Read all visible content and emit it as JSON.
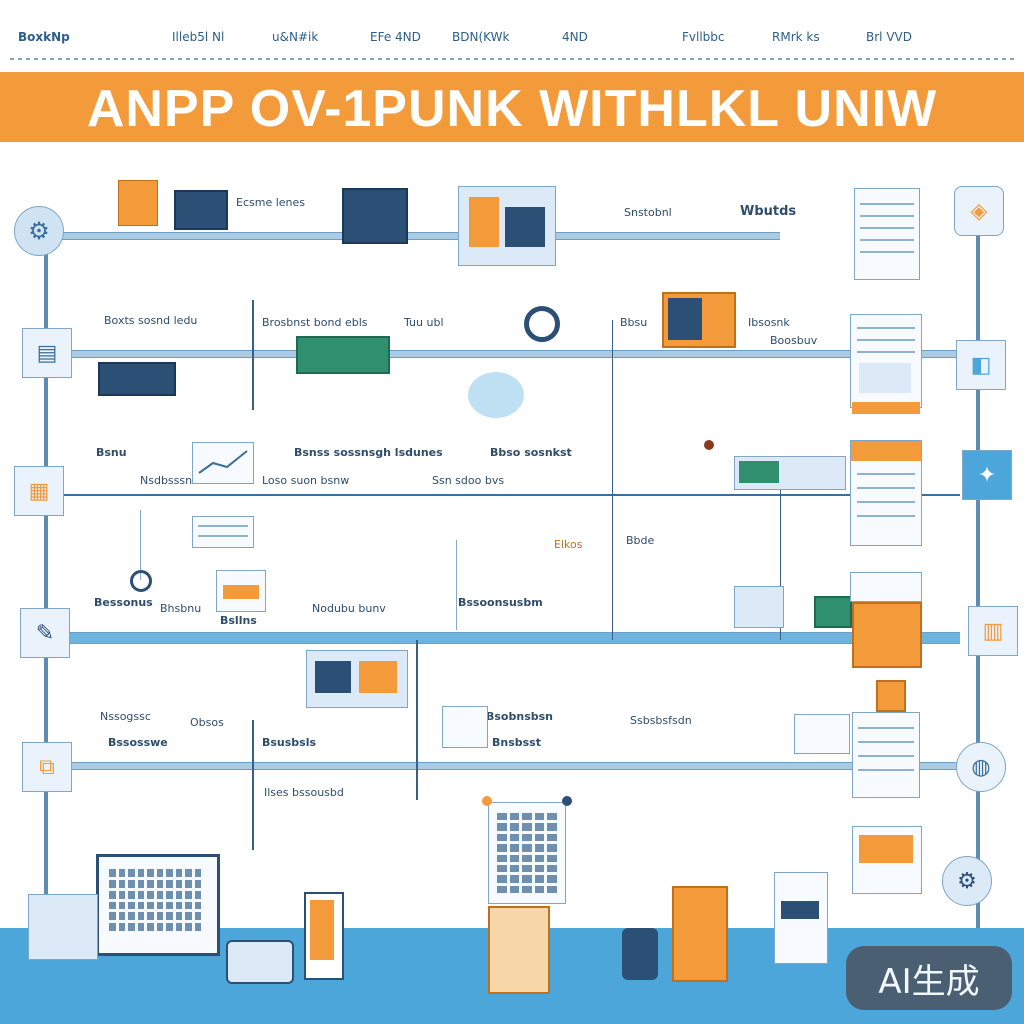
{
  "top_nav": {
    "brand": "BoxkNp",
    "items": [
      "Illeb5l Nl",
      "u&N#ik",
      "EFe 4ND",
      "BDN(KWk",
      "4ND",
      "Fvllbbc",
      "RMrk ks",
      "Brl VVD"
    ]
  },
  "banner": {
    "title": "ANPP OV-1PUNK WITHLKL UNIW"
  },
  "labels": {
    "row1": [
      "Ecsme lenes",
      "Snstobnl",
      "Wbutds"
    ],
    "row2": [
      "Boxts sosnd ledu",
      "Brosbnst bond ebls",
      "Tuu ubl",
      "Bbsu",
      "Ibsosnk",
      "Boosbuv"
    ],
    "row3": [
      "Bsnu",
      "Bsnss sossnsgh lsdunes",
      "Bbso sosnkst",
      "Nsdbsssnl sosnln",
      "Loso suon bsnw",
      "Ssn sdoo bvs"
    ],
    "row4": [
      "Elkos",
      "Bbde"
    ],
    "row5": [
      "Bessonus",
      "Bhsbnu",
      "Bsllns",
      "Nodubu bunv",
      "Bssoonsusbm"
    ],
    "row6": [
      "Nssogssc",
      "Obsos",
      "Bssosswe",
      "Bsusbsls",
      "Bsobnsbsn",
      "Bnsbsst",
      "Ssbsbsfsdn"
    ],
    "row7": [
      "Ilses bssousbd"
    ]
  },
  "badge": {
    "text": "AI生成"
  },
  "colors": {
    "accent_orange": "#f39b3b",
    "primary_blue": "#3c6e9a",
    "line_blue": "#a9cbe3",
    "band_blue": "#4da6d9",
    "navy": "#2c4f75"
  },
  "icons": [
    "gear-icon",
    "document-icon",
    "server-icon",
    "monitor-icon",
    "folder-icon",
    "pin-icon",
    "chart-icon",
    "database-icon",
    "camera-icon",
    "printer-icon"
  ]
}
